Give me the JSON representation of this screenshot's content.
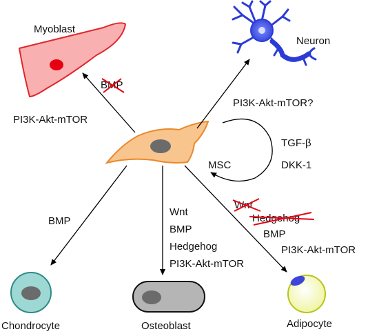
{
  "cells": {
    "myoblast": "Myoblast",
    "neuron": "Neuron",
    "msc": "MSC",
    "chondrocyte": "Chondrocyte",
    "osteoblast": "Osteoblast",
    "adipocyte": "Adipocyte"
  },
  "myoblast_path": {
    "inhibited": [
      "BMP"
    ],
    "promoting": [
      "PI3K-Akt-mTOR"
    ]
  },
  "neuron_path": {
    "promoting": [
      "PI3K-Akt-mTOR?"
    ]
  },
  "self_renewal": [
    "TGF-β",
    "DKK-1"
  ],
  "chondrocyte_path": [
    "BMP"
  ],
  "osteoblast_path": [
    "Wnt",
    "BMP",
    "Hedgehog",
    "PI3K-Akt-mTOR"
  ],
  "adipocyte_path": {
    "inhibited": [
      "Wnt",
      "Hedgehog"
    ],
    "promoting": [
      "BMP",
      "PI3K-Akt-mTOR"
    ]
  },
  "colors": {
    "myoblast_fill": "#f8b0b0",
    "myoblast_stroke": "#e0262d",
    "myoblast_nucleus": "#e60012",
    "neuron": "#2b3bd6",
    "msc_fill": "#f9c58f",
    "msc_stroke": "#e9892c",
    "nucleus_gray": "#6b6b6b",
    "chondrocyte_fill": "#9ed8d4",
    "chondrocyte_stroke": "#2e8b86",
    "osteoblast_fill": "#b5b5b5",
    "adipocyte_fill": "#f4f8b2",
    "adipocyte_stroke": "#b9c419",
    "adipocyte_nucleus": "#3c46d8",
    "strike": "#e60012"
  }
}
